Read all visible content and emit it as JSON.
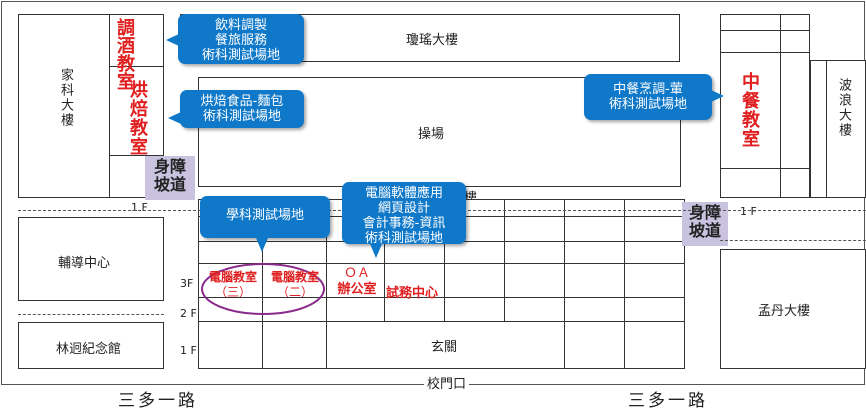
{
  "buildings": {
    "qiongyao": "瓊瑤大樓",
    "jiake": "家科大樓",
    "caochang": "操場",
    "fudao": "輔導中心",
    "linjiong": "林迥紀念館",
    "xuanguan": "玄關",
    "mengdan": "孟丹大樓",
    "bolang": "波浪大樓",
    "building_partial": "樓"
  },
  "classrooms": {
    "bartending": "調酒教室",
    "baking": "烘焙教室",
    "chinese_cooking": "中餐教室",
    "computer3_name": "電腦教室",
    "computer3_num": "（三）",
    "computer2_name": "電腦教室",
    "computer2_num": "（二）",
    "oa_top": "ＯＡ",
    "oa_bottom": "辦公室",
    "exam_center": "試務中心"
  },
  "callouts": {
    "beverage": [
      "飲料調製",
      "餐旅服務",
      "術科測試場地"
    ],
    "bakery": [
      "烘焙食品-麵包",
      "術科測試場地"
    ],
    "chinese": [
      "中餐烹調-葷",
      "術科測試場地"
    ],
    "academic": [
      "學科測試場地"
    ],
    "software": [
      "電腦軟體應用",
      "網頁設計",
      "會計事務-資訊",
      "術科測試場地"
    ]
  },
  "ramps": {
    "left": [
      "身障",
      "坡道"
    ],
    "right": [
      "身障",
      "坡道"
    ]
  },
  "floors": {
    "f1_left": "1 F",
    "f1_right": "1 F",
    "f3": "3F",
    "f2": "2 F",
    "f1_center": "1 F"
  },
  "roads": {
    "left": "三多一路",
    "right": "三多一路",
    "gate": "校門口"
  },
  "colors": {
    "callout_bg": "#1078c8",
    "classroom_red": "#e02020",
    "ramp_bg": "#c9c3e0",
    "highlight_ellipse": "#8a2a8a"
  }
}
